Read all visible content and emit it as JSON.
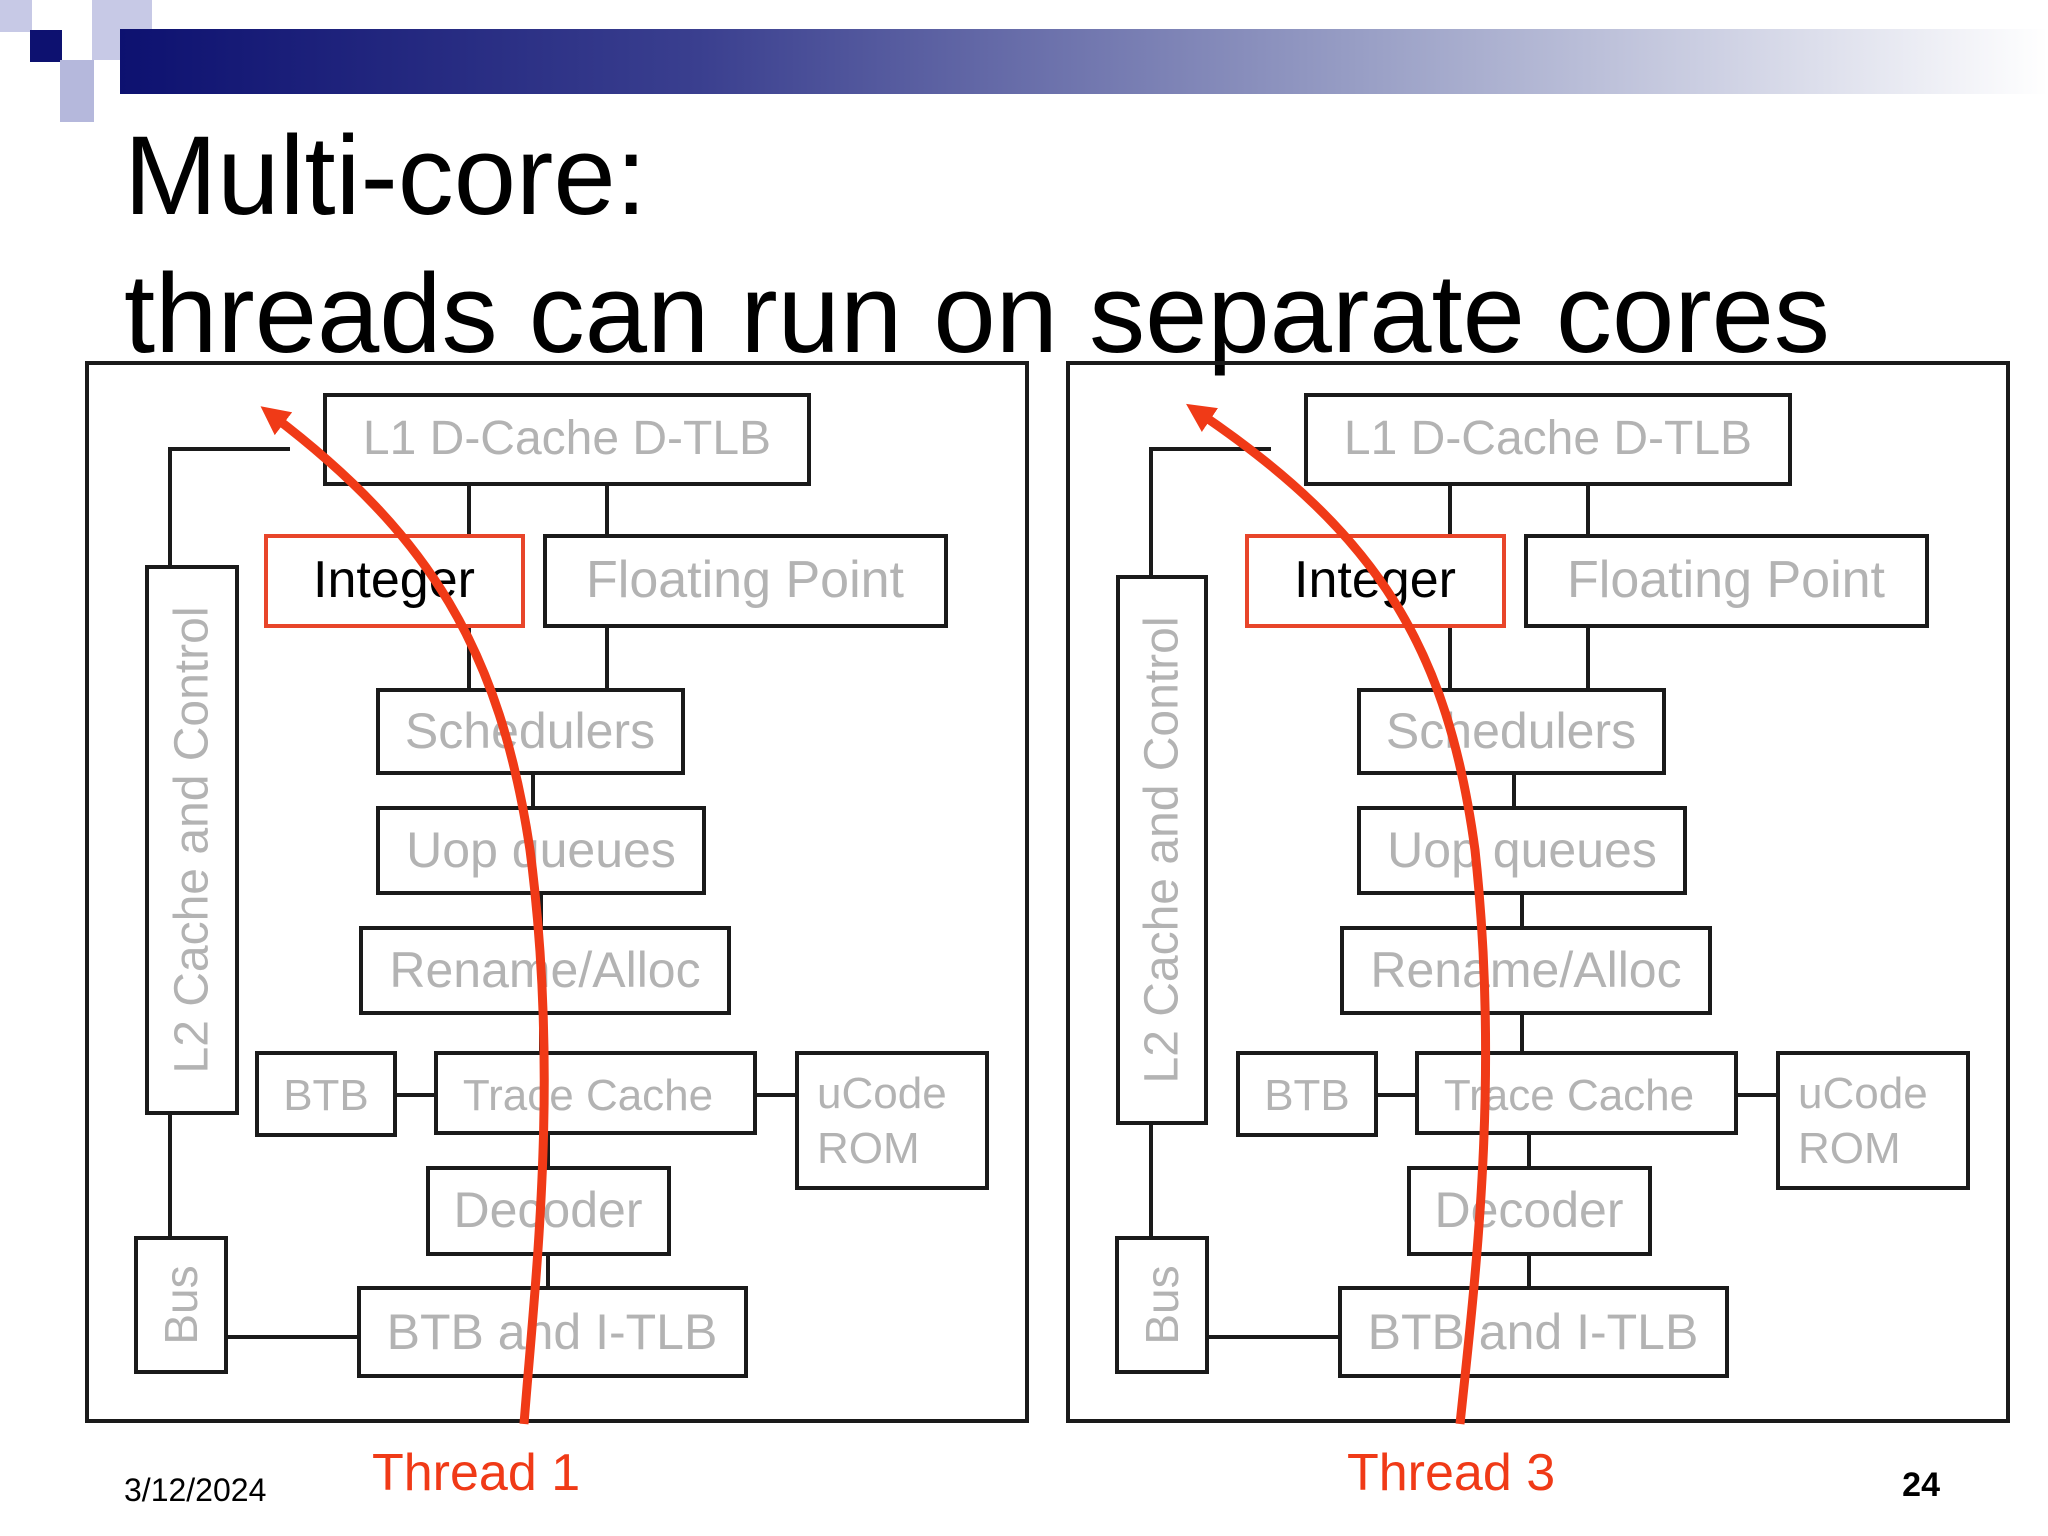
{
  "slide": {
    "title_line_1": "Multi-core:",
    "title_line_2": "threads can run on separate cores",
    "date": "3/12/2024",
    "page_number": "24"
  },
  "colors": {
    "header_dark": "#0d1170",
    "thread_arrow": "#f03a17",
    "active_box_border": "#e8452a",
    "inactive_text": "#b3b3b3",
    "box_border": "#1a1a1a"
  },
  "cores": [
    {
      "thread_label": "Thread 1",
      "boxes": {
        "l1": "L1 D-Cache D-TLB",
        "integer": "Integer",
        "floating_point": "Floating Point",
        "schedulers": "Schedulers",
        "uop_queues": "Uop queues",
        "rename_alloc": "Rename/Alloc",
        "btb": "BTB",
        "trace_cache": "Trace Cache",
        "ucode_line_1": "uCode",
        "ucode_line_2": "ROM",
        "decoder": "Decoder",
        "btb_itlb": "BTB and I-TLB",
        "l2": "L2 Cache and Control",
        "bus": "Bus"
      }
    },
    {
      "thread_label": "Thread 3",
      "boxes": {
        "l1": "L1 D-Cache D-TLB",
        "integer": "Integer",
        "floating_point": "Floating Point",
        "schedulers": "Schedulers",
        "uop_queues": "Uop queues",
        "rename_alloc": "Rename/Alloc",
        "btb": "BTB",
        "trace_cache": "Trace Cache",
        "ucode_line_1": "uCode",
        "ucode_line_2": "ROM",
        "decoder": "Decoder",
        "btb_itlb": "BTB and I-TLB",
        "l2": "L2 Cache and Control",
        "bus": "Bus"
      }
    }
  ]
}
